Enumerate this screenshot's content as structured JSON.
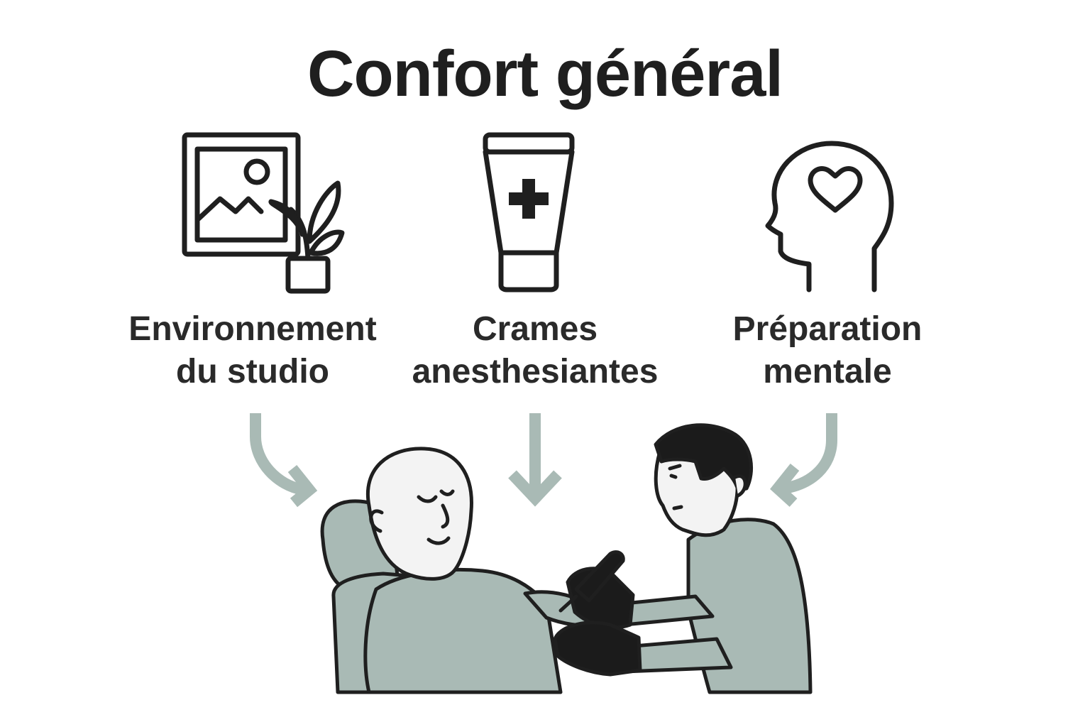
{
  "title": "Confort général",
  "factors": [
    {
      "icon": "picture-plant-icon",
      "line1": "Environnement",
      "line2": "du studio"
    },
    {
      "icon": "medical-cream-tube-icon",
      "line1": "Crames",
      "line2": "anesthesiantes"
    },
    {
      "icon": "head-heart-icon",
      "line1": "Préparation",
      "line2": "mentale"
    }
  ],
  "colors": {
    "ink": "#1f1f1f",
    "arrow": "#a9bab5",
    "fill": "#a9bab5",
    "skin": "#f3f3f3",
    "glove": "#1b1b1b"
  },
  "scene": "tattoo-session-illustration"
}
